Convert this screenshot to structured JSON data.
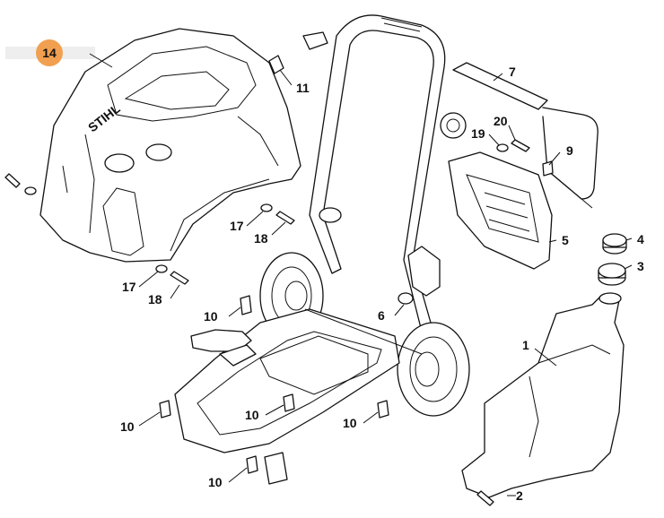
{
  "diagram": {
    "highlight_label": "14",
    "highlight_color": "#f0a050",
    "brand_text": "STIHL",
    "part_labels": {
      "p1": "1",
      "p2": "2",
      "p3": "3",
      "p4": "4",
      "p5": "5",
      "p6": "6",
      "p7": "7",
      "p9": "9",
      "p10a": "10",
      "p10b": "10",
      "p10c": "10",
      "p10d": "10",
      "p10e": "10",
      "p11": "11",
      "p17a": "17",
      "p17b": "17",
      "p18a": "18",
      "p18b": "18",
      "p19": "19",
      "p20": "20"
    }
  }
}
